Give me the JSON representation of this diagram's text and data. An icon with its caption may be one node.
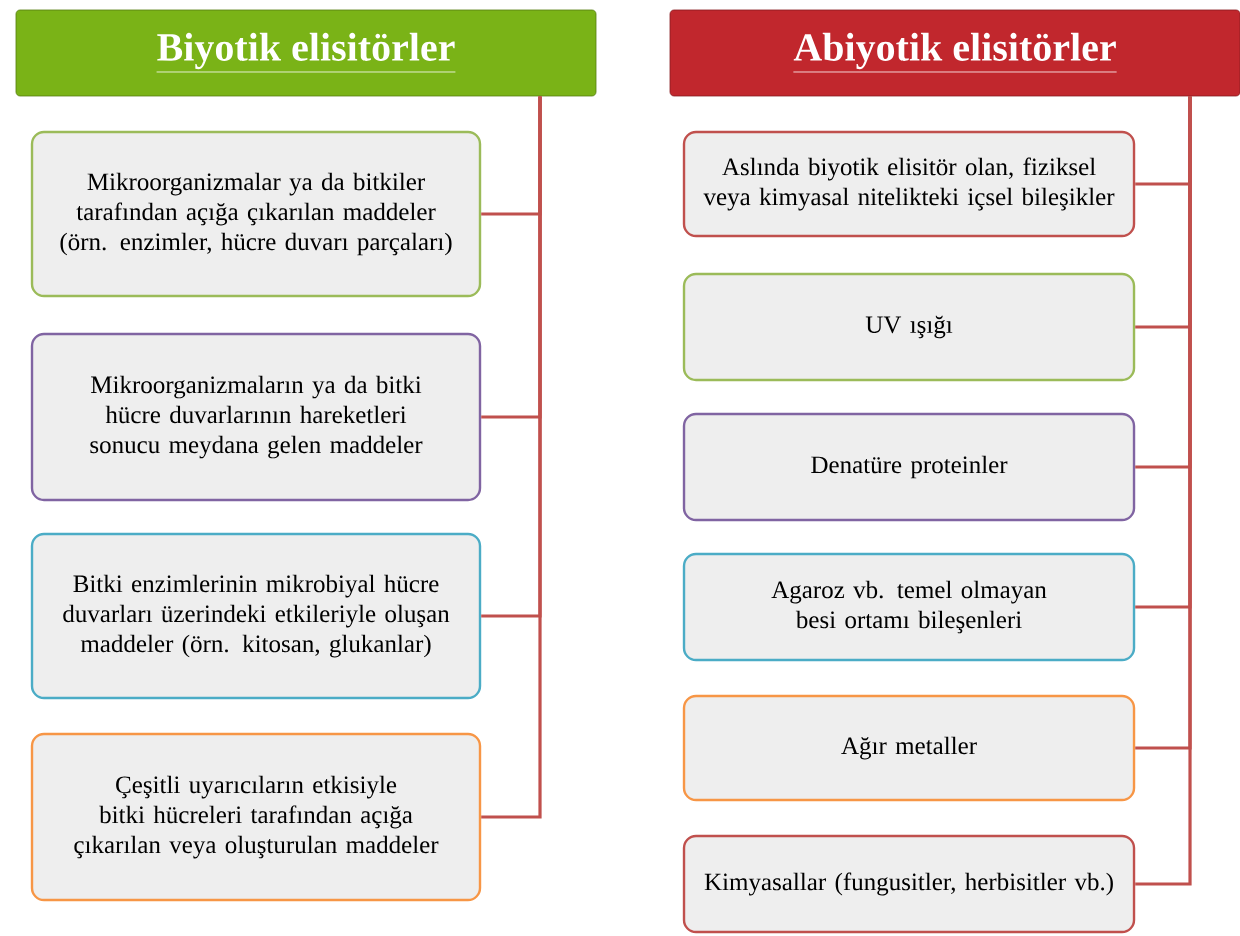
{
  "diagram": {
    "nodes": [
      {
        "text": [
          "Biyotik elisitörler"
        ]
      },
      {
        "text": [
          "Mikroorganizmalar ya da bitkiler tarafından açığa çıkarılan maddeler (örn. enzimler, hücre duvarı parçaları)"
        ]
      },
      {
        "text": [
          "Mikroorganizmaların ya da bitki hücre duvarlarının hareketleri sonucu meydana gelen maddeler"
        ]
      },
      {
        "text": [
          "Bitki enzimlerinin mikrobiyal hücre duvarları üzerindeki etkileriyle oluşan maddeler (örn. kitosan, glukanlar)"
        ]
      },
      {
        "text": [
          "Çeşitli uyarıcıların etkisiyle bitki hücreleri tarafından açığa çıkarılan veya oluşturulan maddeler"
        ]
      },
      {
        "text": [
          "Abiyotik elisitörler"
        ]
      },
      {
        "text": [
          "Aslında biyotik elisitör olan, fiziksel veya kimyasal nitelikteki içsel bileşikler"
        ]
      },
      {
        "text": [
          "UV ışığı"
        ]
      },
      {
        "text": [
          "Denatüre proteinler"
        ]
      },
      {
        "text": [
          "Agaroz vb. temel olmayan besi ortamı bileşenleri"
        ]
      },
      {
        "text": [
          "Ağır metaller"
        ]
      },
      {
        "text": [
          "Kimyasallar (fungusitler, herbisitler vb.)"
        ]
      }
    ],
    "edges": [
      {
        "from": 0,
        "to": 1,
        "arrow": "none"
      },
      {
        "from": 0,
        "to": 2,
        "arrow": "none"
      },
      {
        "from": 0,
        "to": 3,
        "arrow": "none"
      },
      {
        "from": 0,
        "to": 4,
        "arrow": "none"
      },
      {
        "from": 5,
        "to": 6,
        "arrow": "none"
      },
      {
        "from": 5,
        "to": 7,
        "arrow": "none"
      },
      {
        "from": 5,
        "to": 8,
        "arrow": "none"
      },
      {
        "from": 5,
        "to": 9,
        "arrow": "none"
      },
      {
        "from": 5,
        "to": 10,
        "arrow": "none"
      },
      {
        "from": 5,
        "to": 11,
        "arrow": "none"
      }
    ]
  }
}
